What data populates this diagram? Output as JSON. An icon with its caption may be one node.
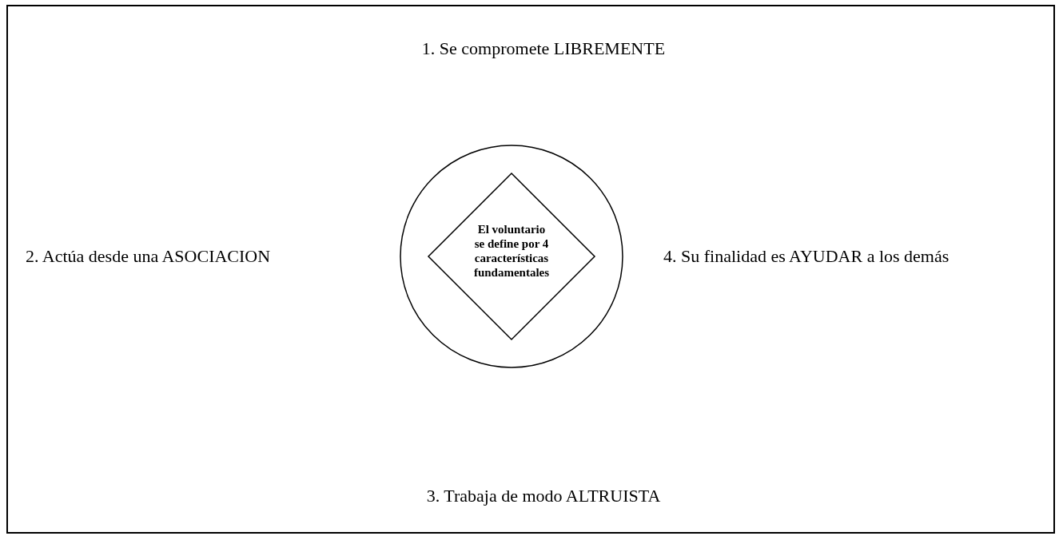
{
  "diagram": {
    "nodes": [
      {
        "text": [],
        "shape": "circle"
      },
      {
        "text": [
          "El voluntario se define por 4 características fundamentales"
        ],
        "in": 0
      }
    ],
    "labels": [
      "1. Se compromete LIBREMENTE",
      "2. Actúa desde una ASOCIACION",
      "4. Su finalidad es AYUDAR a los demás",
      "3. Trabaja de modo ALTRUISTA"
    ]
  }
}
